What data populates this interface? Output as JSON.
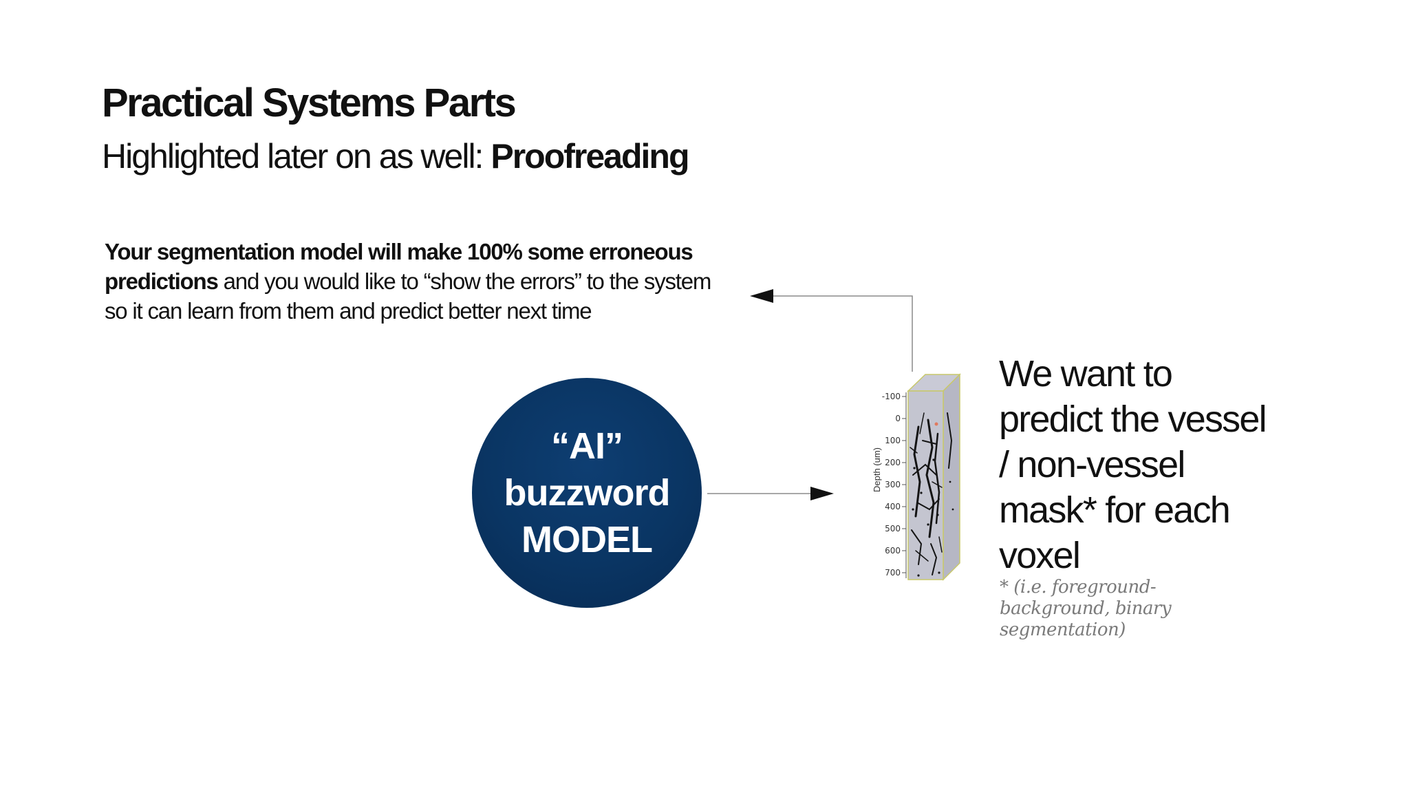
{
  "slide": {
    "title": "Practical Systems Parts",
    "subtitle_prefix": "Highlighted later on as well:",
    "subtitle_emph": "Proofreading"
  },
  "body": {
    "emph": "Your segmentation model will make 100% some erroneous predictions",
    "rest": " and you would like to “show the errors” to the system so it can learn from them and predict better next time"
  },
  "model": {
    "line1": "“AI”",
    "line2": "buzzword",
    "line3": "MODEL",
    "color": "#0a3563"
  },
  "volume": {
    "axis_label": "Depth (um)",
    "ticks": [
      "-100",
      "0",
      "100",
      "200",
      "300",
      "400",
      "500",
      "600",
      "700"
    ]
  },
  "prediction": {
    "text": "We want to predict the vessel / non-vessel mask* for each voxel",
    "footnote": "* (i.e. foreground-background, binary segmentation)"
  }
}
